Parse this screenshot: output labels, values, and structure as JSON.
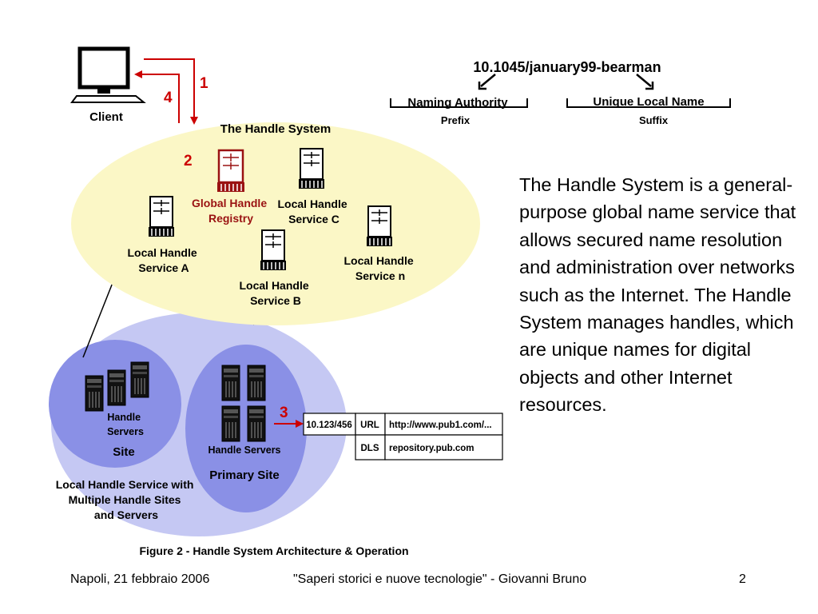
{
  "diagram": {
    "client_label": "Client",
    "step_labels": [
      "1",
      "2",
      "3",
      "4"
    ],
    "handle_system_title": "The Handle System",
    "registry_label": [
      "Global Handle",
      "Registry"
    ],
    "service_a_label": [
      "Local Handle",
      "Service A"
    ],
    "service_b_label": [
      "Local Handle",
      "Service B"
    ],
    "service_c_label": [
      "Local Handle",
      "Service C"
    ],
    "service_n_label": [
      "Local Handle",
      "Service n"
    ],
    "site_servers_label": [
      "Handle",
      "Servers"
    ],
    "site_label": "Site",
    "primary_servers_label": "Handle Servers",
    "primary_site_label": "Primary Site",
    "local_service_caption": [
      "Local Handle Service with",
      "Multiple Handle Sites",
      "and  Servers"
    ],
    "handle_example": "10.1045/january99-bearman",
    "naming_authority": "Naming Authority",
    "unique_local_name": "Unique Local Name",
    "prefix": "Prefix",
    "suffix": "Suffix",
    "record_table": {
      "handle": "10.123/456",
      "rows": [
        {
          "type": "URL",
          "value": "http://www.pub1.com/..."
        },
        {
          "type": "DLS",
          "value": "repository.pub.com"
        }
      ]
    },
    "figure_caption": "Figure 2 - Handle System Architecture & Operation"
  },
  "body_text": "The Handle System is a general-purpose global name service that allows secured name resolution and administration over networks such as the Internet. The Handle System manages handles, which are unique names for digital objects and other Internet resources.",
  "footer": {
    "left": "Napoli, 21 febbraio 2006",
    "center": "\"Saperi storici e nuove tecnologie\" - Giovanni Bruno",
    "page": "2"
  },
  "colors": {
    "red": "#cc0000",
    "handle_system_fill": "#fbf7c6",
    "lower_fill": "#c5c8f3",
    "site_fill": "#8a90e6"
  }
}
